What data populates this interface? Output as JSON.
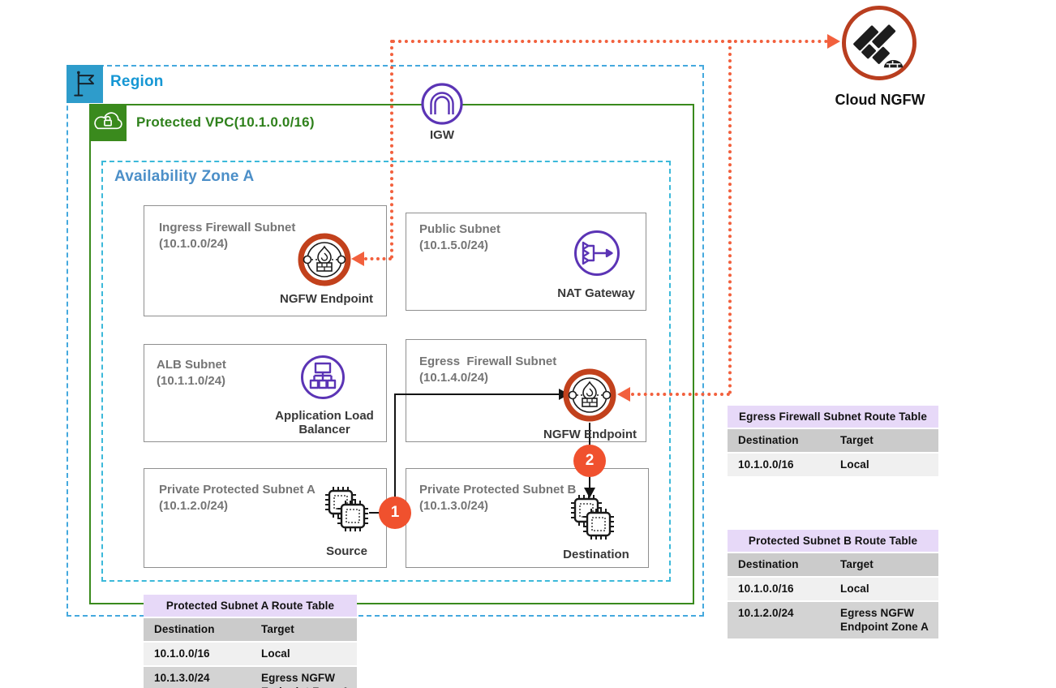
{
  "region": {
    "label": "Region"
  },
  "vpc": {
    "label": "Protected VPC(10.1.0.0/16)"
  },
  "availability_zone": {
    "label": "Availability Zone A"
  },
  "igw": {
    "label": "IGW"
  },
  "cloud_ngfw": {
    "label": "Cloud NGFW"
  },
  "subnets": {
    "ingress": {
      "name": "Ingress Firewall Subnet",
      "cidr": "(10.1.0.0/24)",
      "resource": "NGFW Endpoint"
    },
    "public": {
      "name": "Public Subnet",
      "cidr": "(10.1.5.0/24)",
      "resource": "NAT Gateway"
    },
    "alb": {
      "name": "ALB Subnet",
      "cidr": "(10.1.1.0/24)",
      "resource": "Application Load Balancer"
    },
    "egress": {
      "name": "Egress  Firewall Subnet",
      "cidr": "(10.1.4.0/24)",
      "resource": "NGFW Endpoint"
    },
    "private_a": {
      "name": "Private Protected Subnet A",
      "cidr": "(10.1.2.0/24)",
      "resource": "Source"
    },
    "private_b": {
      "name": "Private Protected Subnet B",
      "cidr": "(10.1.3.0/24)",
      "resource": "Destination"
    }
  },
  "flow_markers": {
    "step1": "1",
    "step2": "2"
  },
  "route_tables": [
    {
      "title": "Egress Firewall Subnet Route Table",
      "columns": [
        "Destination",
        "Target"
      ],
      "rows": [
        [
          "10.1.0.0/16",
          "Local"
        ]
      ]
    },
    {
      "title": "Protected Subnet B Route Table",
      "columns": [
        "Destination",
        "Target"
      ],
      "rows": [
        [
          "10.1.0.0/16",
          "Local"
        ],
        [
          "10.1.2.0/24",
          "Egress NGFW Endpoint Zone A"
        ]
      ]
    },
    {
      "title": "Protected Subnet A Route Table",
      "columns": [
        "Destination",
        "Target"
      ],
      "rows": [
        [
          "10.1.0.0/16",
          "Local"
        ],
        [
          "10.1.3.0/24",
          "Egress NGFW Endpoint Zone A"
        ]
      ]
    }
  ],
  "colors": {
    "region_border": "#45A9DE",
    "region_text": "#1697D4",
    "vpc_green": "#3A8A1D",
    "az_border": "#3CB9DA",
    "az_text": "#4C8FC8",
    "subnet_border": "#8F8F8F",
    "subnet_text": "#757575",
    "purple_icon": "#5B34B5",
    "ngfw_ring": "#C2411C",
    "cloud_ngfw_ring": "#B93E1F",
    "dotted_link": "#F2603D",
    "step_badge": "#F0512E",
    "table_header": "#E7D9F8",
    "table_colhead": "#CBCBCB",
    "row_light": "#F0F0F0",
    "row_dark": "#D3D3D3"
  }
}
